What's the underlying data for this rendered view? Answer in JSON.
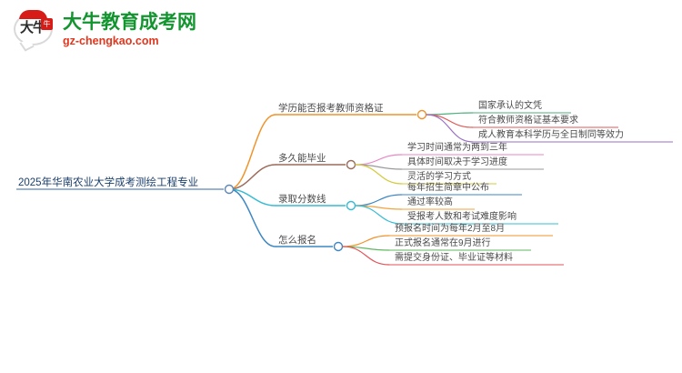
{
  "logo": {
    "mark_text": "大牛",
    "seal_text": "牛",
    "title": "大牛教育成考网",
    "subtitle": "gz-chengkao.com",
    "title_color": "#12952f",
    "subtitle_color": "#e2361d",
    "mark_color": "#d71c18"
  },
  "mindmap": {
    "root": {
      "label": "2025年华南农业大学成考测绘工程专业",
      "color": "#5b86b8"
    },
    "branches": [
      {
        "label": "学历能否报考教师资格证",
        "color": "#f0932b",
        "children": [
          {
            "label": "国家承认的文凭",
            "color": "#4caf7d"
          },
          {
            "label": "符合教师资格证基本要求",
            "color": "#e05a58"
          },
          {
            "label": "成人教育本科学历与全日制同等效力",
            "color": "#9b6fc4"
          }
        ]
      },
      {
        "label": "多久能毕业",
        "color": "#9a6b5a",
        "children": [
          {
            "label": "学习时间通常为两到三年",
            "color": "#e887c6"
          },
          {
            "label": "具体时间取决于学习进度",
            "color": "#9a9a9a"
          },
          {
            "label": "灵活的学习方式",
            "color": "#d3ca3e"
          }
        ]
      },
      {
        "label": "录取分数线",
        "color": "#36bcd4",
        "children": [
          {
            "label": "每年招生简章中公布",
            "color": "#3d87c4"
          },
          {
            "label": "通过率较高",
            "color": "#f2a33c"
          },
          {
            "label": "受报考人数和考试难度影响",
            "color": "#36bcd4"
          }
        ]
      },
      {
        "label": "怎么报名",
        "color": "#3d87c4",
        "children": [
          {
            "label": "预报名时间为每年2月至8月",
            "color": "#f0932b"
          },
          {
            "label": "正式报名通常在9月进行",
            "color": "#5fb85f"
          },
          {
            "label": "需提交身份证、毕业证等材料",
            "color": "#e0555a"
          }
        ]
      }
    ]
  }
}
